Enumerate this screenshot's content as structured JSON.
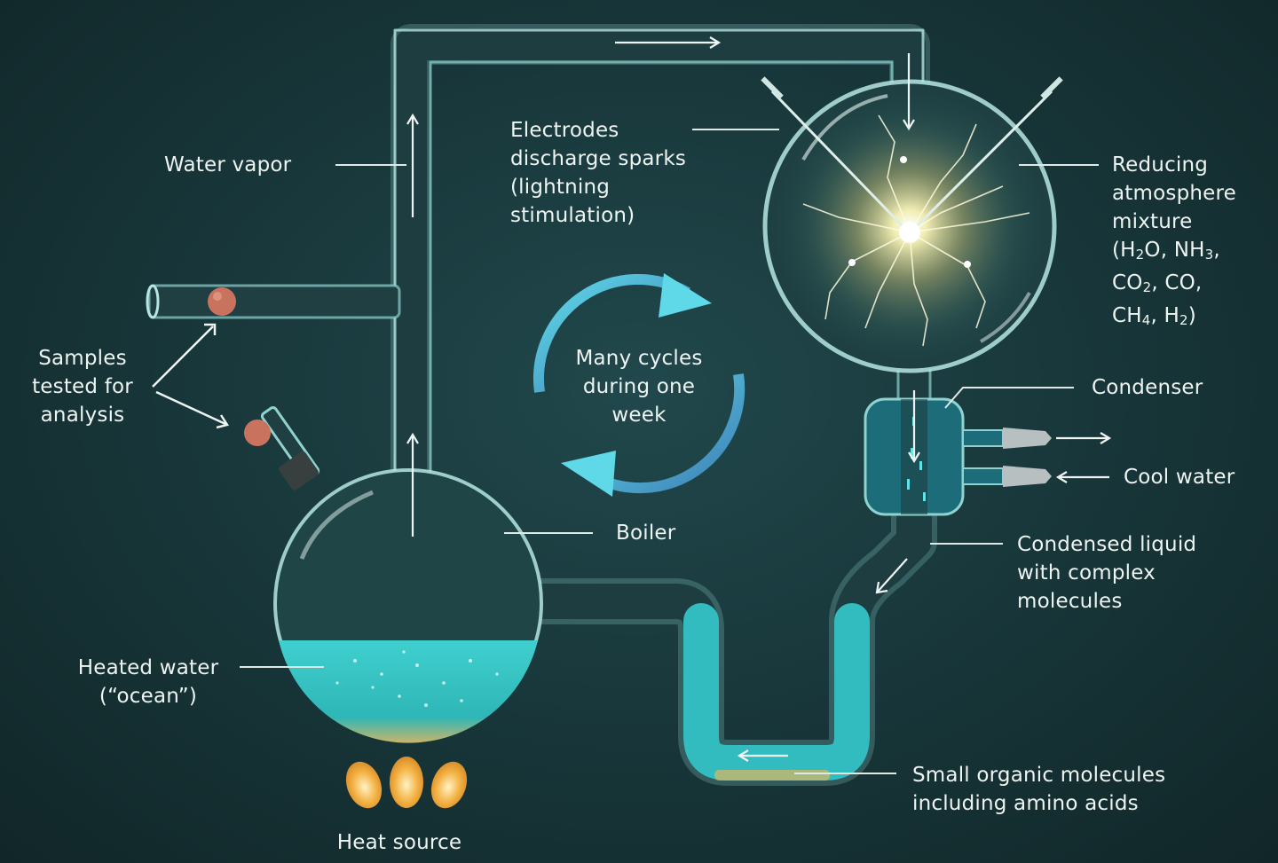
{
  "labels": {
    "water_vapor": "Water vapor",
    "electrodes": [
      "Electrodes",
      "discharge sparks",
      "(lightning",
      "stimulation)"
    ],
    "reducing": [
      "Reducing",
      "atmosphere",
      "mixture"
    ],
    "formula": {
      "l1": {
        "a": "(H",
        "s1": "2",
        "b": "O, NH",
        "s2": "3",
        "c": ","
      },
      "l2": {
        "a": "CO",
        "s1": "2",
        "b": ", CO,"
      },
      "l3": {
        "a": "CH",
        "s1": "4",
        "b": ", H",
        "s2": "2",
        "c": ")"
      }
    },
    "samples": [
      "Samples",
      "tested for",
      "analysis"
    ],
    "cycle": [
      "Many cycles",
      "during one",
      "week"
    ],
    "condenser": "Condenser",
    "cool_water": "Cool water",
    "boiler": "Boiler",
    "condensed": [
      "Condensed liquid",
      "with complex",
      "molecules"
    ],
    "heated_water": [
      "Heated water",
      "(“ocean”)"
    ],
    "small_organic": [
      "Small organic molecules",
      "including amino acids"
    ],
    "heat_source": "Heat source"
  },
  "colors": {
    "background": "#173538",
    "glass": "#7fc8c8",
    "water": "#35c3c6",
    "spark": "#fff8c0",
    "flame": "#f3b244",
    "sample_ball": "#c9735e"
  }
}
